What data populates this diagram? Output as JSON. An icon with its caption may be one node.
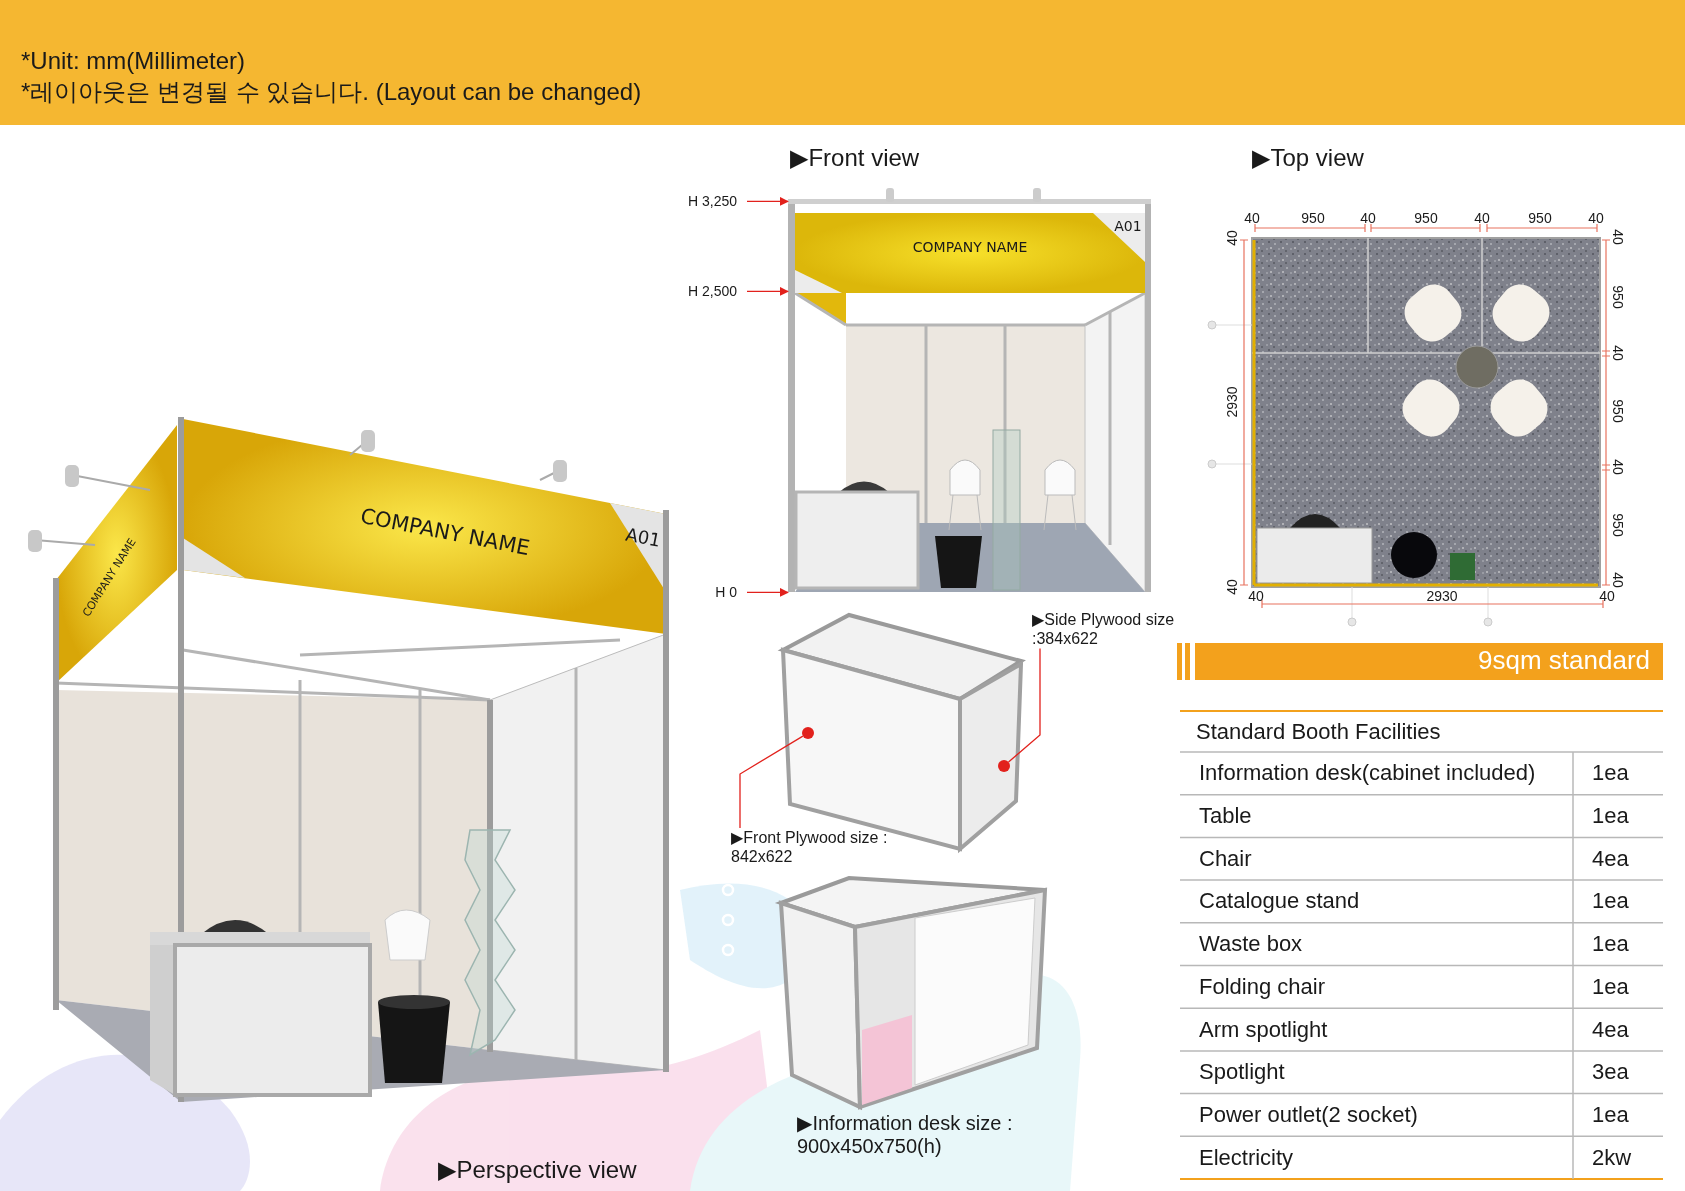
{
  "diagram": {
    "nodes": [
      {
        "text": [
          "H 3,250"
        ]
      },
      {
        "text": [
          "H 2,500"
        ]
      },
      {
        "text": [
          "H 0"
        ]
      },
      {
        "text": [
          "▶Side Plywood size :384x622"
        ]
      },
      {
        "text": [],
        "shape": "circle"
      },
      {
        "text": [
          "▶Front Plywood size : 842x622"
        ]
      },
      {
        "text": [],
        "shape": "circle"
      },
      {
        "text": [],
        "shape": "picture"
      }
    ],
    "edges": [
      {
        "from": 0,
        "to": 7,
        "arrow": "to"
      },
      {
        "from": 1,
        "to": 7,
        "arrow": "to"
      },
      {
        "from": 2,
        "to": 7,
        "arrow": "to"
      },
      {
        "from": 3,
        "to": 4,
        "arrow": "none"
      },
      {
        "from": 5,
        "to": 6,
        "arrow": "none"
      }
    ],
    "labels": [
      "*Unit: mm(Millimeter)",
      "*레이아웃은 변경될 수 있습니다. (Layout can be changed)",
      "▶Front view",
      "▶Top view",
      "COMPANY NAME",
      "A01",
      "40",
      "950",
      "40",
      "950",
      "40",
      "950",
      "40",
      "40",
      "2930",
      "40",
      "40",
      "950",
      "40",
      "950",
      "40",
      "950",
      "40",
      "40",
      "2930",
      "40",
      "COMPANY NAME",
      "COMPANY NAME",
      "A01",
      "9sqm standard",
      "Standard Booth Facilities",
      "Information desk(cabinet included)",
      "1ea",
      "Table",
      "1ea",
      "Chair",
      "4ea",
      "Catalogue stand",
      "1ea",
      "Waste box",
      "1ea",
      "Folding chair",
      "1ea",
      "Arm spotlight",
      "4ea",
      "Spotlight",
      "3ea",
      "Power outlet(2 socket)",
      "1ea",
      "Electricity",
      "2kw",
      "▶Information desk size : 900x450x750(h)",
      "▶Perspective view"
    ]
  }
}
